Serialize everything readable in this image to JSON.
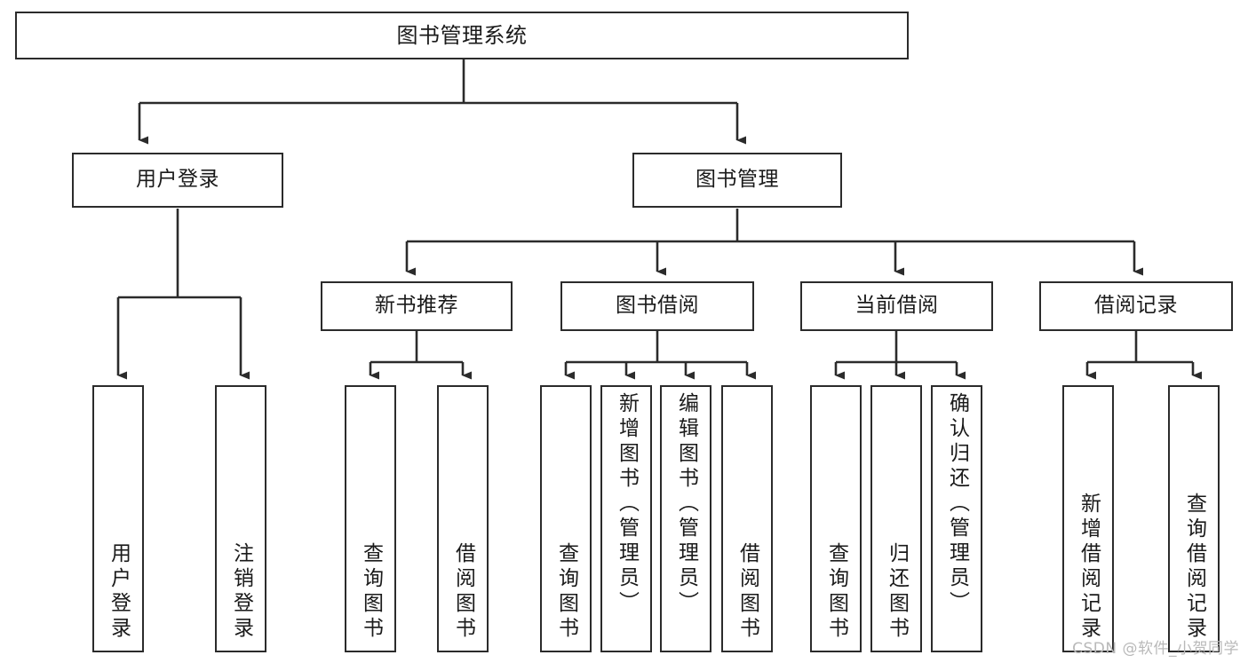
{
  "diagram": {
    "title": "图书管理系统",
    "type": "tree",
    "watermark": "CSDN @软件_小贺同学",
    "colors": {
      "stroke": "#2b2b2b",
      "fill": "#ffffff",
      "text": "#1a1a1a",
      "watermark": "#b9b9b9"
    },
    "root": {
      "label": "图书管理系统"
    },
    "level1": [
      {
        "label": "用户登录"
      },
      {
        "label": "图书管理"
      }
    ],
    "level2": [
      {
        "label": "新书推荐"
      },
      {
        "label": "图书借阅"
      },
      {
        "label": "当前借阅"
      },
      {
        "label": "借阅记录"
      }
    ],
    "leaves": {
      "user_login": [
        {
          "label": "用户登录"
        },
        {
          "label": "注销登录"
        }
      ],
      "new_book": [
        {
          "label": "查询图书"
        },
        {
          "label": "借阅图书"
        }
      ],
      "book_borrow": [
        {
          "label": "查询图书"
        },
        {
          "label": "新增图书（管理员）"
        },
        {
          "label": "编辑图书（管理员）"
        },
        {
          "label": "借阅图书"
        }
      ],
      "current_borrow": [
        {
          "label": "查询图书"
        },
        {
          "label": "归还图书"
        },
        {
          "label": "确认归还（管理员）"
        }
      ],
      "borrow_record": [
        {
          "label": "新增借阅记录"
        },
        {
          "label": "查询借阅记录"
        }
      ]
    }
  }
}
